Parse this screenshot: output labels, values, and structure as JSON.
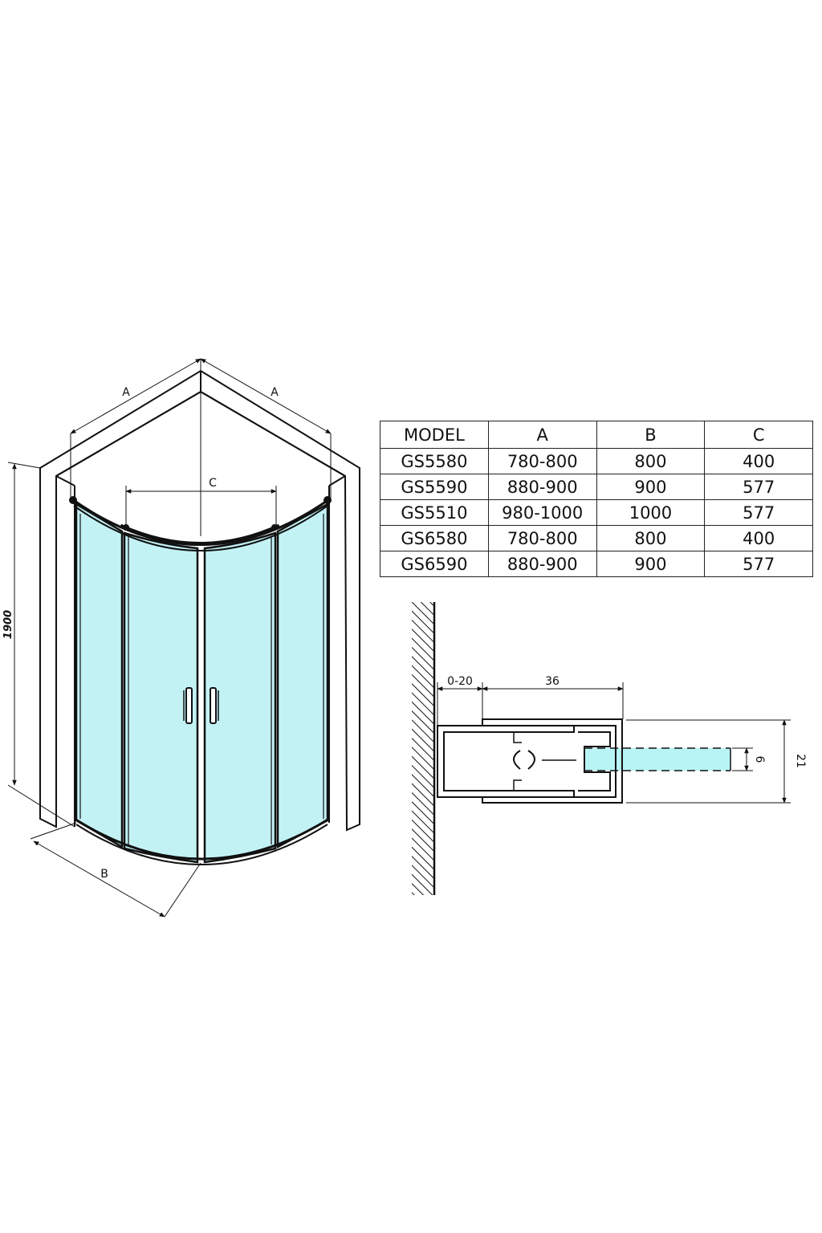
{
  "colors": {
    "glass": "#c3f2f5",
    "glass_profile": "#b8f4f6",
    "line": "#111111"
  },
  "shower_view": {
    "dim_a_left": "A",
    "dim_a_right": "A",
    "dim_c": "C",
    "dim_b": "B",
    "dim_height": "1900"
  },
  "profile_detail": {
    "dim_gap": "0-20",
    "dim_width": "36",
    "dim_height": "21",
    "dim_glass": "6"
  },
  "spec_table": {
    "headers": [
      "MODEL",
      "A",
      "B",
      "C"
    ],
    "rows": [
      [
        "GS5580",
        "780-800",
        "800",
        "400"
      ],
      [
        "GS5590",
        "880-900",
        "900",
        "577"
      ],
      [
        "GS5510",
        "980-1000",
        "1000",
        "577"
      ],
      [
        "GS6580",
        "780-800",
        "800",
        "400"
      ],
      [
        "GS6590",
        "880-900",
        "900",
        "577"
      ]
    ]
  }
}
